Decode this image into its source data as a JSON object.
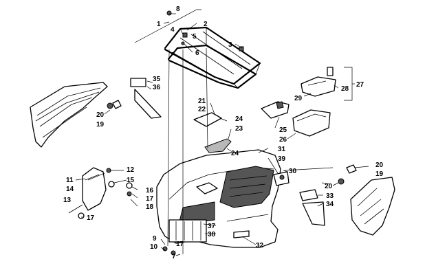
{
  "callouts": [
    "1",
    "2",
    "3",
    "4",
    "5",
    "6",
    "7",
    "8",
    "9",
    "10",
    "11",
    "12",
    "13",
    "14",
    "15",
    "16",
    "17",
    "17",
    "17",
    "18",
    "19",
    "19",
    "20",
    "20",
    "20",
    "21",
    "22",
    "23",
    "24",
    "24",
    "25",
    "26",
    "27",
    "28",
    "29",
    "30",
    "31",
    "32",
    "33",
    "34",
    "35",
    "36",
    "37",
    "38",
    "39"
  ]
}
